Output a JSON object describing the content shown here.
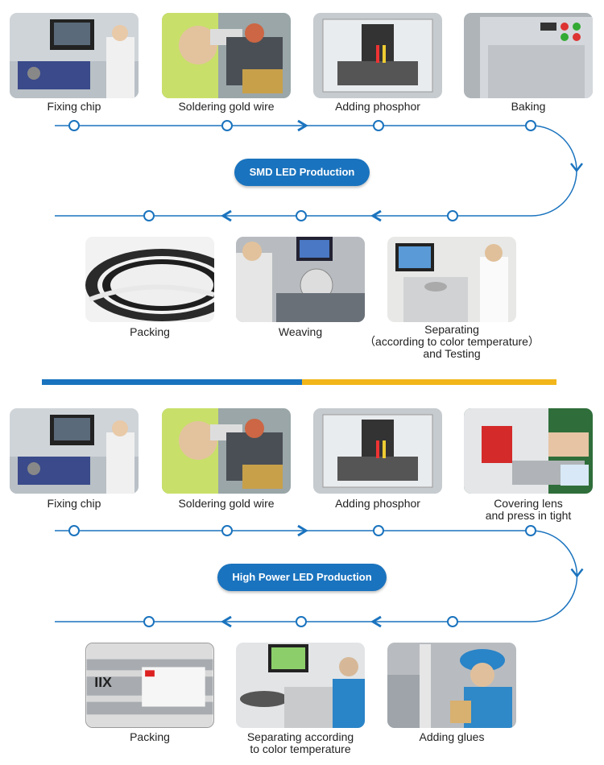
{
  "sections": [
    {
      "title": "SMD LED Production",
      "top_steps": [
        {
          "label": "Fixing chip",
          "photo": "fixing-chip-photo"
        },
        {
          "label": "Soldering gold wire",
          "photo": "soldering-photo"
        },
        {
          "label": "Adding phosphor",
          "photo": "phosphor-photo"
        },
        {
          "label": "Baking",
          "photo": "baking-oven-photo"
        }
      ],
      "bottom_steps": [
        {
          "label": "Packing",
          "photo": "tape-reel-photo"
        },
        {
          "label": "Weaving",
          "photo": "weaving-photo"
        },
        {
          "label": "Separating\n（according to color temperature）\nand Testing",
          "photo": "separating-photo"
        }
      ]
    },
    {
      "title": "High Power LED Production",
      "top_steps": [
        {
          "label": "Fixing chip",
          "photo": "fixing-chip-photo"
        },
        {
          "label": "Soldering gold wire",
          "photo": "soldering-photo"
        },
        {
          "label": "Adding phosphor",
          "photo": "phosphor-photo"
        },
        {
          "label": "Covering lens\nand press in tight",
          "photo": "lens-press-photo"
        }
      ],
      "bottom_steps": [
        {
          "label": "Packing",
          "photo": "packing-tube-photo"
        },
        {
          "label": "Separating according\nto color temperature",
          "photo": "sorting-photo"
        },
        {
          "label": "Adding glues",
          "photo": "glue-photo"
        }
      ]
    }
  ],
  "colors": {
    "flow_line": "#1a73be",
    "badge": "#1a73be",
    "divider_left": "#1a73be",
    "divider_right": "#f2b61a"
  }
}
